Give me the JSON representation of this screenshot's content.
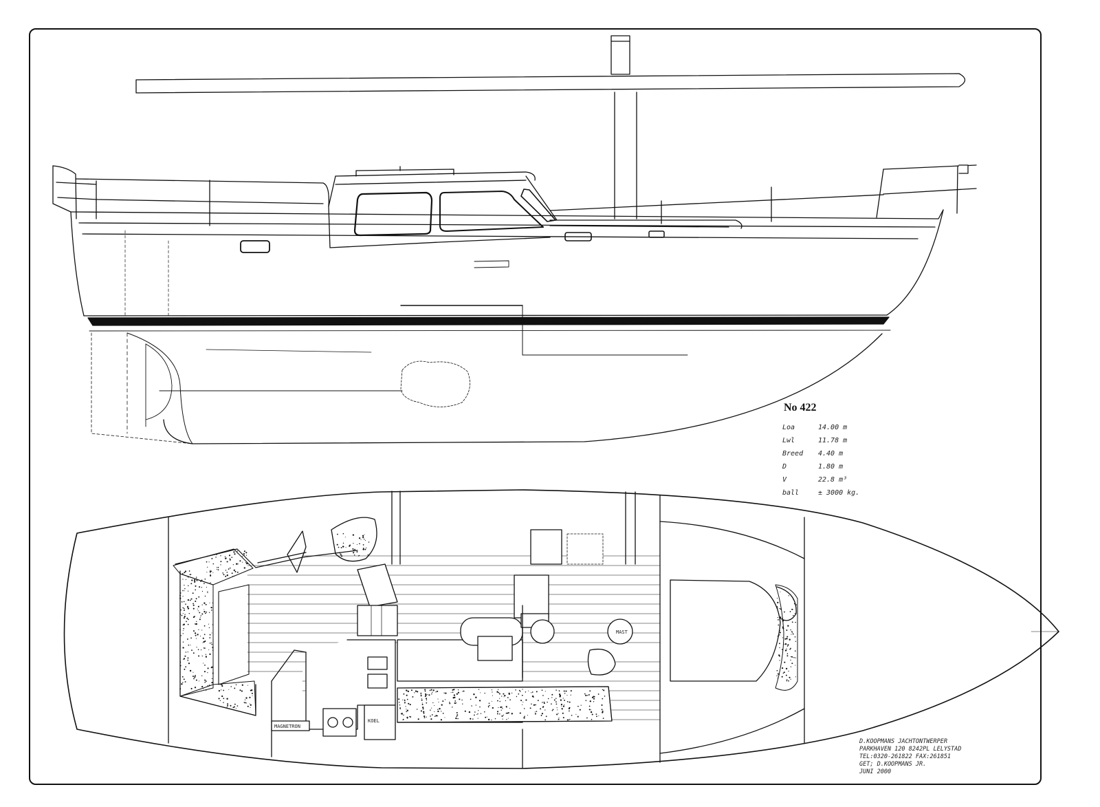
{
  "drawing": {
    "number": "No 422",
    "specs": [
      {
        "key": "Loa",
        "value": "14.00 m"
      },
      {
        "key": "Lwl",
        "value": "11.78 m"
      },
      {
        "key": "Breed",
        "value": "4.40 m"
      },
      {
        "key": "D",
        "value": "1.80 m"
      },
      {
        "key": "V",
        "value": "22.8 m³"
      },
      {
        "key": "ball",
        "value": "± 3000 kg."
      }
    ],
    "labels": {
      "mast": "MAST",
      "magnetron": "MAGNETRON",
      "koel": "KOEL"
    },
    "credit": [
      "D.KOOPMANS JACHTONTWERPER",
      "PARKHAVEN 120 8242PL LELYSTAD",
      "TEL:0320-261822 FAX:261851",
      "GET; D.KOOPMANS JR.",
      "JUNI 2000"
    ]
  }
}
